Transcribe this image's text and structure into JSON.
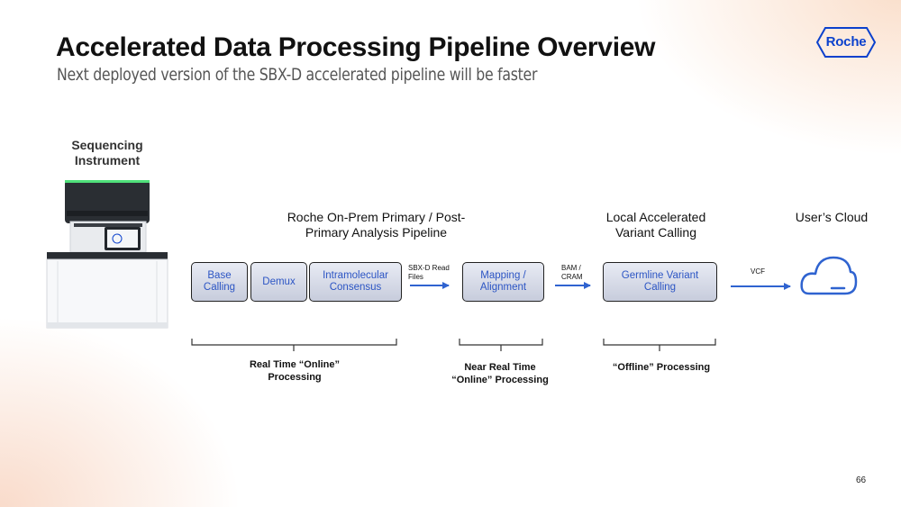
{
  "header": {
    "title": "Accelerated Data Processing Pipeline Overview",
    "subtitle": "Next deployed version of the SBX-D accelerated pipeline will be faster",
    "logo_text": "Roche"
  },
  "colors": {
    "accent_blue": "#0b41cd",
    "box_text": "#2c55c4",
    "arrow": "#2f63d0"
  },
  "instrument": {
    "label_line1": "Sequencing",
    "label_line2": "Instrument"
  },
  "sections": {
    "onprem_line1": "Roche On-Prem Primary / Post-",
    "onprem_line2": "Primary Analysis Pipeline",
    "local_line1": "Local Accelerated",
    "local_line2": "Variant Calling",
    "cloud": "User’s Cloud"
  },
  "boxes": {
    "base_calling_1": "Base",
    "base_calling_2": "Calling",
    "demux": "Demux",
    "intramolecular_1": "Intramolecular",
    "intramolecular_2": "Consensus",
    "mapping_1": "Mapping /",
    "mapping_2": "Alignment",
    "germline_1": "Germline Variant",
    "germline_2": "Calling"
  },
  "arrows": {
    "sbxd_1": "SBX-D Read",
    "sbxd_2": "Files",
    "bam_1": "BAM /",
    "bam_2": "CRAM",
    "vcf": "VCF"
  },
  "captions": {
    "realtime_1": "Real Time “Online”",
    "realtime_2": "Processing",
    "nearreal_1": "Near Real Time",
    "nearreal_2": "“Online” Processing",
    "offline": "“Offline” Processing"
  },
  "page_number": "66"
}
